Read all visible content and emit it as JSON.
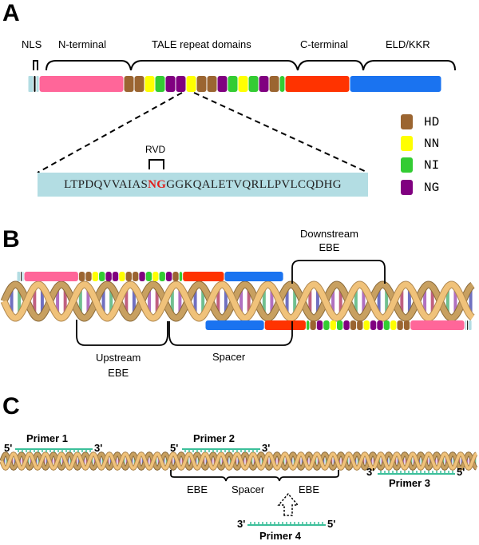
{
  "panels": {
    "a": {
      "letter": "A",
      "domain_labels": {
        "nls": "NLS",
        "n_terminal": "N-terminal",
        "tale_repeats": "TALE repeat domains",
        "c_terminal": "C-terminal",
        "eld_kkr": "ELD/KKR"
      },
      "repeat_sequence": [
        "HD",
        "HD",
        "NN",
        "NI",
        "NG",
        "NG",
        "NN",
        "HD",
        "HD",
        "NG",
        "NI",
        "NN",
        "NI",
        "NG",
        "HD",
        "NI-half"
      ],
      "rvd_label": "RVD",
      "sequence": {
        "prefix": "LTPDQVVAIAS",
        "rvd": "NG",
        "suffix": "GGKQALETVQRLLPVLCQDHG"
      },
      "legend": [
        {
          "label": "HD",
          "color": "#9b6531"
        },
        {
          "label": "NN",
          "color": "#ffff00"
        },
        {
          "label": "NI",
          "color": "#33cc33"
        },
        {
          "label": "NG",
          "color": "#800080"
        }
      ]
    },
    "b": {
      "letter": "B",
      "labels": {
        "downstream_ebe_line1": "Downstream",
        "downstream_ebe_line2": "EBE",
        "upstream_ebe_line1": "Upstream",
        "upstream_ebe_line2": "EBE",
        "spacer": "Spacer"
      }
    },
    "c": {
      "letter": "C",
      "primers": [
        {
          "name": "Primer 1",
          "left_end": "5'",
          "right_end": "3'"
        },
        {
          "name": "Primer 2",
          "left_end": "5'",
          "right_end": "3'"
        },
        {
          "name": "Primer 3",
          "left_end": "3'",
          "right_end": "5'"
        },
        {
          "name": "Primer 4",
          "left_end": "3'",
          "right_end": "5'"
        }
      ],
      "regions": [
        "EBE",
        "Spacer",
        "EBE"
      ]
    }
  },
  "colors": {
    "nls_bg": "#b3dde3",
    "nls_black": "#000000",
    "n_terminal": "#ff6699",
    "c_terminal": "#ff3300",
    "eld_kkr": "#1a73f0",
    "hd": "#9b6531",
    "nn": "#ffff00",
    "ni": "#33cc33",
    "ng": "#800080",
    "rvd_red": "#e0201c",
    "primer": "#3cbf9a",
    "dna_backbone": "#f0c27a",
    "dna_backbone_dark": "#b08850"
  }
}
